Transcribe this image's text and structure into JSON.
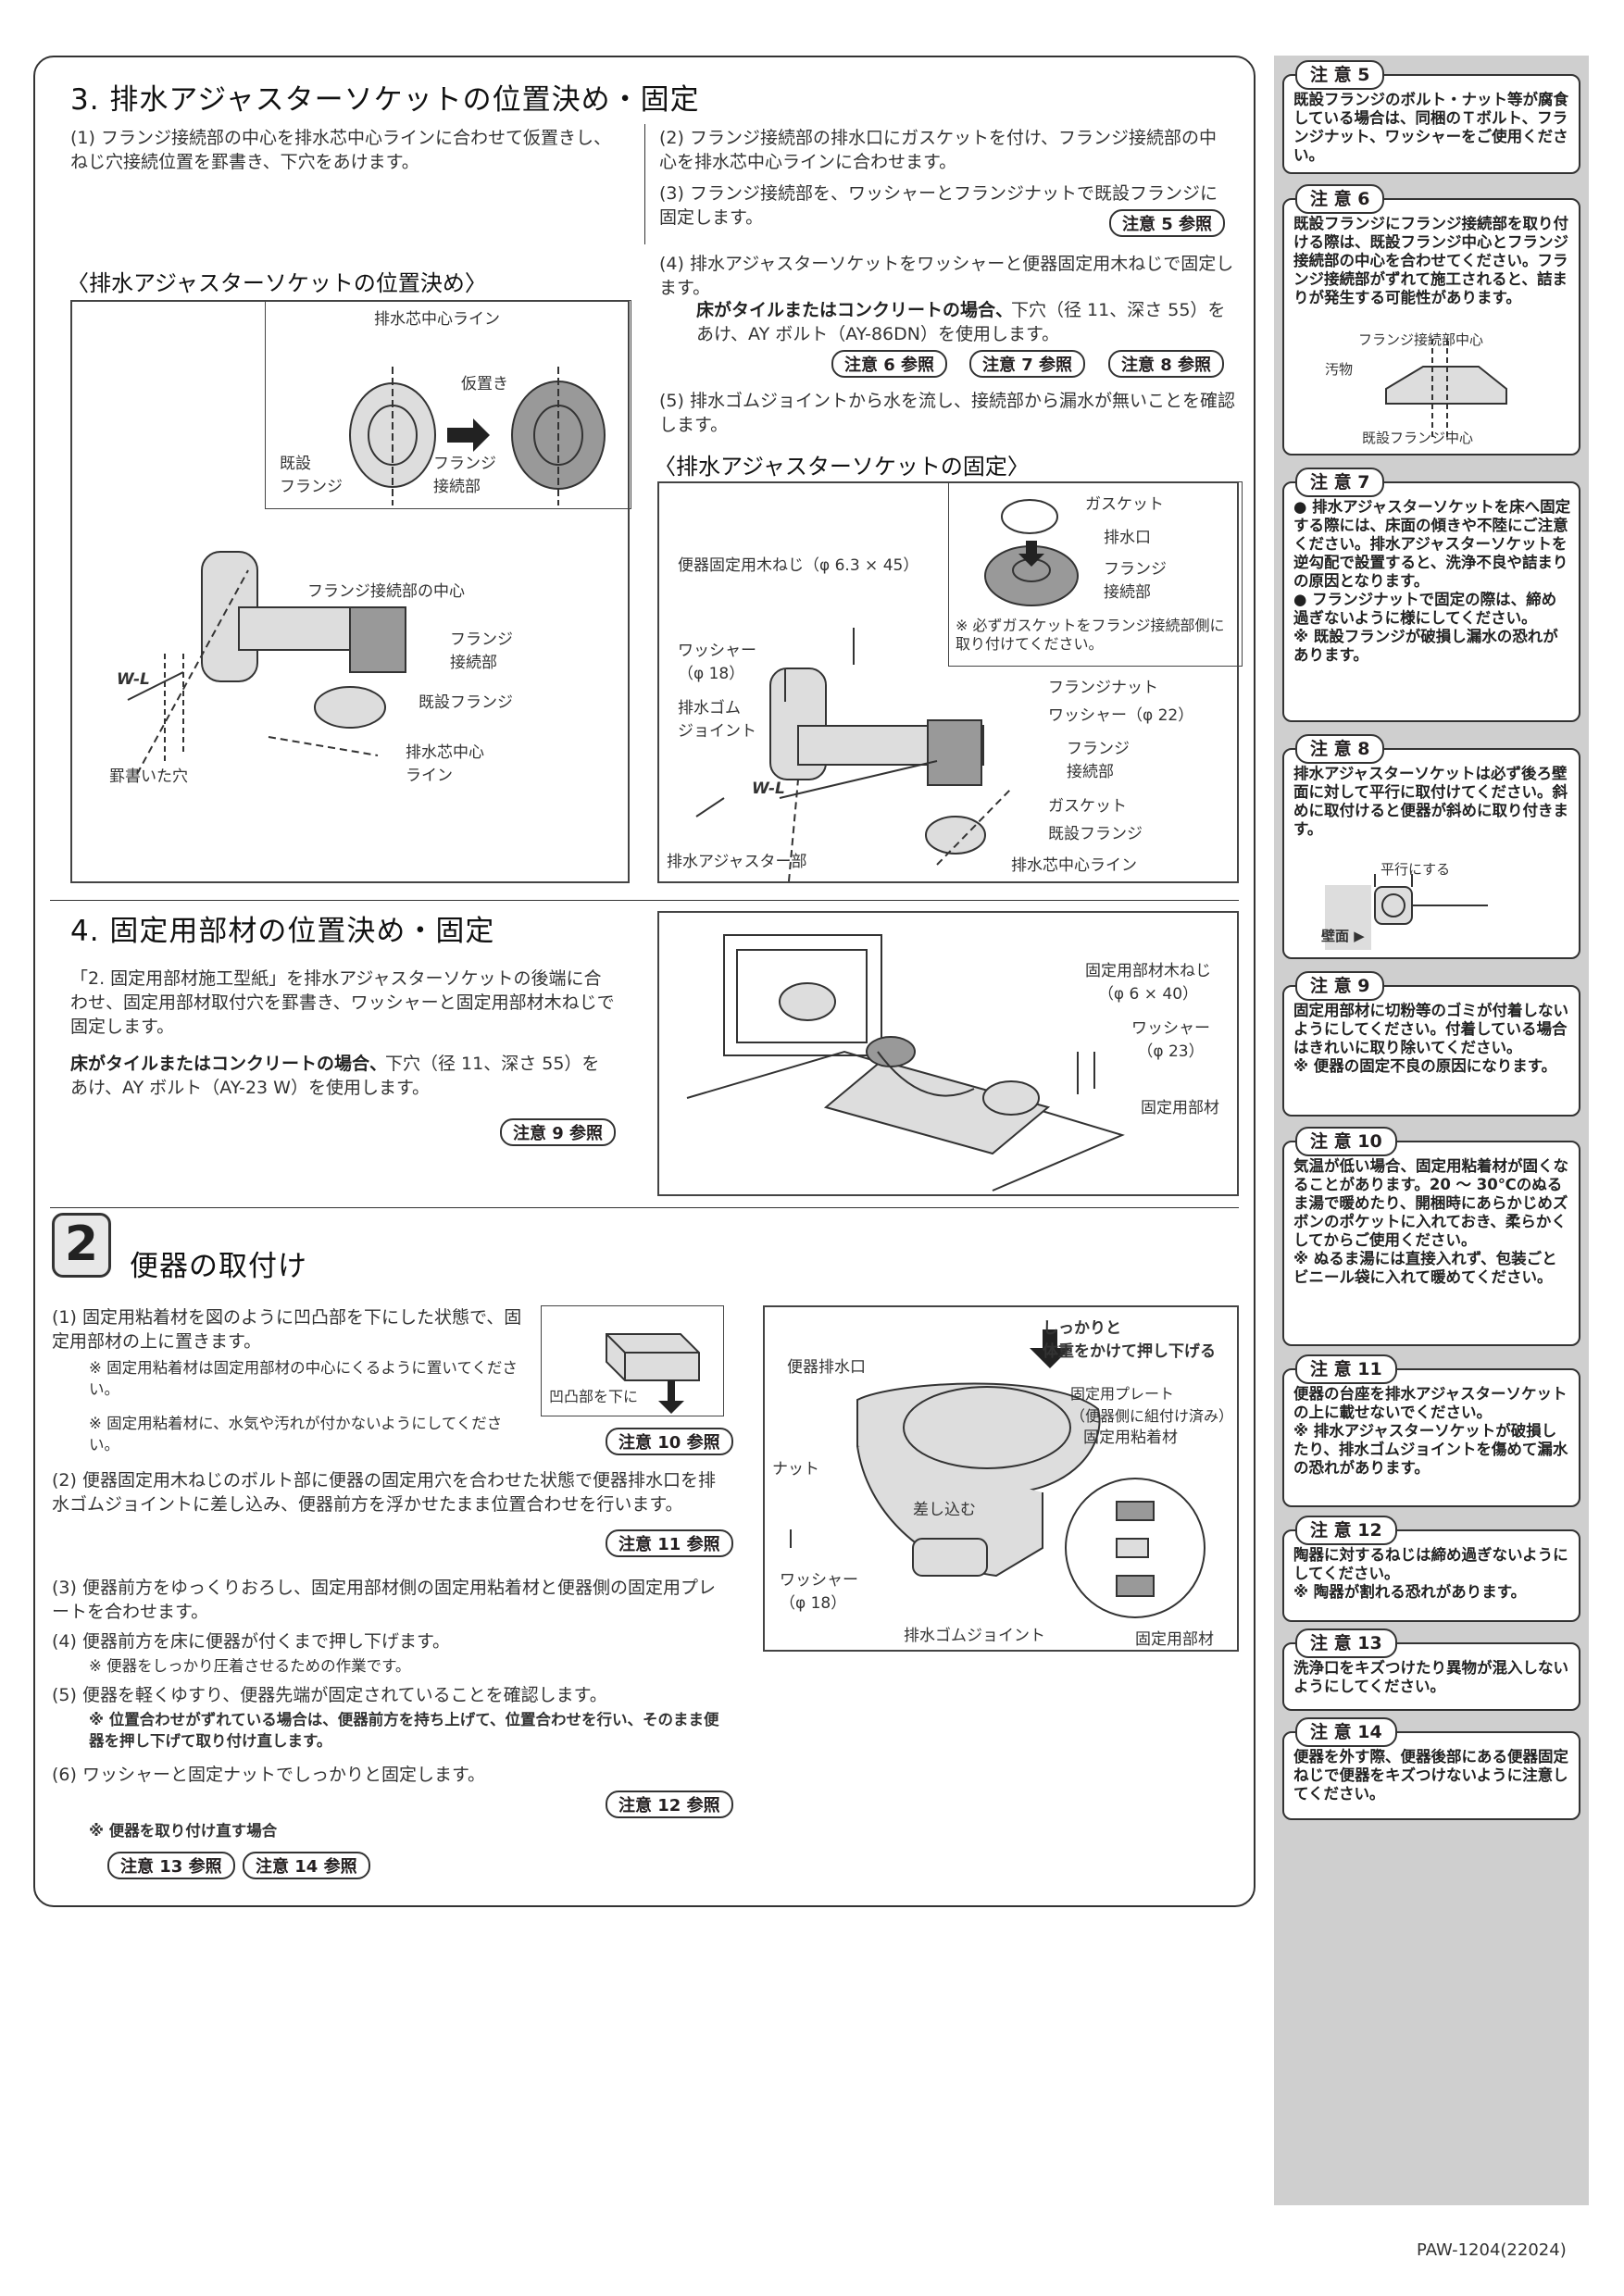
{
  "sec3": {
    "title": "3. 排水アジャスターソケットの位置決め・固定",
    "step1": "(1) フランジ接続部の中心を排水芯中心ラインに合わせて仮置きし、ねじ穴接続位置を罫書き、下穴をあけます。",
    "step2": "(2) フランジ接続部の排水口にガスケットを付け、フランジ接続部の中心を排水芯中心ラインに合わせます。",
    "step3": "(3) フランジ接続部を、ワッシャーとフランジナットで既設フランジに固定します。",
    "ref5": "注意 5 参照",
    "step4a": "(4) 排水アジャスターソケットをワッシャーと便器固定用木ねじで固定します。",
    "step4b_bold": "床がタイルまたはコンクリートの場合、",
    "step4b": "下穴（径 11、深さ 55）をあけ、AY ボルト（AY-86DN）を使用します。",
    "ref6": "注意 6 参照",
    "ref7": "注意 7 参照",
    "ref8": "注意 8 参照",
    "step5": "(5) 排水ゴムジョイントから水を流し、接続部から漏水が無いことを確認します。",
    "sub_position": "〈排水アジャスターソケットの位置決め〉",
    "sub_fix": "〈排水アジャスターソケットの固定〉",
    "fig1": {
      "center_line": "排水芯中心ライン",
      "temp_place": "仮置き",
      "existing_flange": "既設\nフランジ",
      "flange_joint": "フランジ\n接続部",
      "flange_center": "フランジ接続部の中心",
      "flange_joint2": "フランジ\n接続部",
      "existing_flange2": "既設フランジ",
      "center_line2": "排水芯中心\nライン",
      "marked_hole": "罫書いた穴",
      "wl": "W-L"
    },
    "fig2": {
      "gasket": "ガスケット",
      "drain": "排水口",
      "flange_joint": "フランジ\n接続部",
      "note": "※ 必ずガスケットをフランジ接続部側に取り付けてください。",
      "screw": "便器固定用木ねじ（φ 6.3 × 45）",
      "washer": "ワッシャー\n（φ 18）",
      "rubber": "排水ゴム\nジョイント",
      "flange_nut": "フランジナット",
      "washer22": "ワッシャー（φ 22）",
      "flange_joint2": "フランジ\n接続部",
      "gasket2": "ガスケット",
      "existing": "既設フランジ",
      "adjuster": "排水アジャスター部",
      "center_line": "排水芯中心ライン",
      "wl": "W-L"
    }
  },
  "sec4": {
    "title": "4. 固定用部材の位置決め・固定",
    "body": "「2. 固定用部材施工型紙」を排水アジャスターソケットの後端に合わせ、固定用部材取付穴を罫書き、ワッシャーと固定用部材木ねじで固定します。",
    "bold": "床がタイルまたはコンクリートの場合、",
    "body2": "下穴（径 11、深さ 55）をあけ、AY ボルト（AY-23 W）を使用します。",
    "ref9": "注意 9 参照",
    "fig": {
      "screw": "固定用部材木ねじ\n（φ 6 × 40）",
      "washer": "ワッシャー\n（φ 23）",
      "member": "固定用部材"
    }
  },
  "sec2": {
    "num": "2",
    "title": "便器の取付け",
    "s1": "(1) 固定用粘着材を図のように凹凸部を下にした状態で、固定用部材の上に置きます。",
    "s1n1": "※ 固定用粘着材は固定用部材の中心にくるように置いてください。",
    "s1n2": "※ 固定用粘着材に、水気や汚れが付かないようにしてください。",
    "concave": "凹凸部を下に",
    "ref10": "注意 10 参照",
    "s2": "(2) 便器固定用木ねじのボルト部に便器の固定用穴を合わせた状態で便器排水口を排水ゴムジョイントに差し込み、便器前方を浮かせたまま位置合わせを行います。",
    "ref11": "注意 11 参照",
    "s3": "(3) 便器前方をゆっくりおろし、固定用部材側の固定用粘着材と便器側の固定用プレートを合わせます。",
    "s4": "(4) 便器前方を床に便器が付くまで押し下げます。",
    "s4n": "※ 便器をしっかり圧着させるための作業です。",
    "s5": "(5) 便器を軽くゆすり、便器先端が固定されていることを確認します。",
    "s5n": "※ 位置合わせがずれている場合は、便器前方を持ち上げて、位置合わせを行い、そのまま便器を押し下げて取り付け直します。",
    "s6": "(6) ワッシャーと固定ナットでしっかりと固定します。",
    "ref12": "注意 12 参照",
    "reinstall": "※ 便器を取り付け直す場合",
    "ref13": "注意 13 参照",
    "ref14": "注意 14 参照",
    "fig": {
      "push": "しっかりと\n体重をかけて押し下げる",
      "outlet": "便器排水口",
      "plate": "固定用プレート\n（便器側に組付け済み）",
      "adhesive": "固定用粘着材",
      "nut": "ナット",
      "insert": "差し込む",
      "washer": "ワッシャー\n（φ 18）",
      "rubber": "排水ゴムジョイント",
      "member": "固定用部材"
    }
  },
  "notes": [
    {
      "label": "注 意 5",
      "text": "既設フランジのボルト・ナット等が腐食している場合は、同梱のＴボルト、フランジナット、ワッシャーをご使用ください。"
    },
    {
      "label": "注 意 6",
      "text": "既設フランジにフランジ接続部を取り付ける際は、既設フランジ中心とフランジ接続部の中心を合わせてください。フランジ接続部がずれて施工されると、詰まりが発生する可能性があります。",
      "fig_center": "フランジ接続部中心",
      "fig_dirt": "汚物",
      "fig_exist": "既設フランジ中心"
    },
    {
      "label": "注 意 7",
      "text": "● 排水アジャスターソケットを床へ固定する際には、床面の傾きや不陸にご注意ください。排水アジャスターソケットを逆勾配で設置すると、洗浄不良や詰まりの原因となります。\n● フランジナットで固定の際は、締め過ぎないように様にしてください。\n※ 既設フランジが破損し漏水の恐れがあります。"
    },
    {
      "label": "注 意 8",
      "text": "排水アジャスターソケットは必ず後ろ壁面に対して平行に取付けてください。斜めに取付けると便器が斜めに取り付きます。",
      "fig_parallel": "平行にする",
      "fig_wall": "壁面 ▶"
    },
    {
      "label": "注 意 9",
      "text": "固定用部材に切粉等のゴミが付着しないようにしてください。付着している場合はきれいに取り除いてください。\n※ 便器の固定不良の原因になります。"
    },
    {
      "label": "注 意 10",
      "text": "気温が低い場合、固定用粘着材が固くなることがあります。20 ～ 30℃のぬるま湯で暖めたり、開梱時にあらかじめズボンのポケットに入れておき、柔らかくしてからご使用ください。\n※ ぬるま湯には直接入れず、包装ごとビニール袋に入れて暖めてください。"
    },
    {
      "label": "注 意 11",
      "text": "便器の台座を排水アジャスターソケットの上に載せないでください。\n※ 排水アジャスターソケットが破損したり、排水ゴムジョイントを傷めて漏水の恐れがあります。"
    },
    {
      "label": "注 意 12",
      "text": "陶器に対するねじは締め過ぎないようにしてください。\n※ 陶器が割れる恐れがあります。"
    },
    {
      "label": "注 意 13",
      "text": "洗浄口をキズつけたり異物が混入しないようにしてください。"
    },
    {
      "label": "注 意 14",
      "text": "便器を外す際、便器後部にある便器固定ねじで便器をキズつけないように注意してください。"
    }
  ],
  "footer": "PAW-1204(22024)"
}
